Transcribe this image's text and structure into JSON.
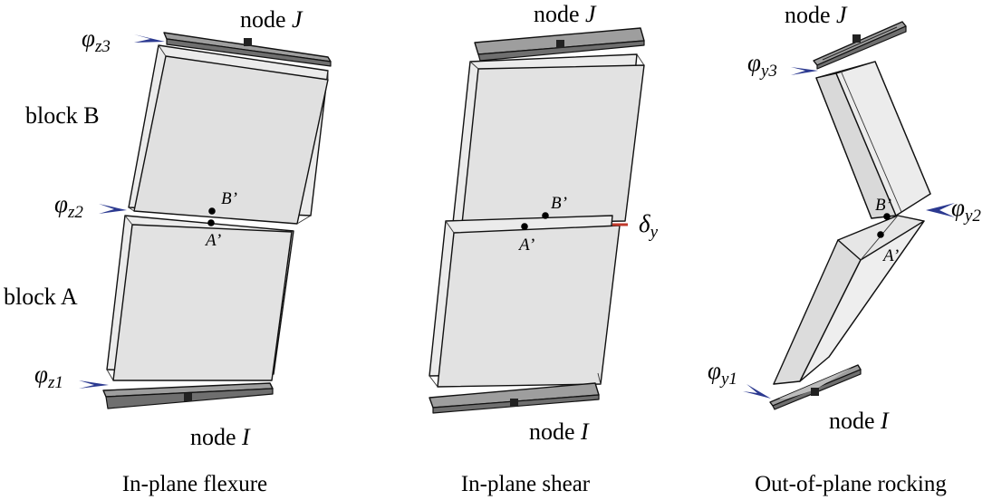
{
  "panels": [
    {
      "caption": "In-plane flexure",
      "node_top": "node ",
      "node_top_var": "J",
      "node_bottom": "node ",
      "node_bottom_var": "I",
      "block_upper": "block B",
      "block_lower": "block A",
      "point_upper": "B’",
      "point_lower": "A’",
      "rotations": [
        {
          "symbol": "φ",
          "sub": "z3"
        },
        {
          "symbol": "φ",
          "sub": "z2"
        },
        {
          "symbol": "φ",
          "sub": "z1"
        }
      ]
    },
    {
      "caption": "In-plane shear",
      "node_top": "node ",
      "node_top_var": "J",
      "node_bottom": "node ",
      "node_bottom_var": "I",
      "point_upper": "B’",
      "point_lower": "A’",
      "displacement": {
        "symbol": "δ",
        "sub": "y"
      }
    },
    {
      "caption": "Out-of-plane rocking",
      "node_top": "node ",
      "node_top_var": "J",
      "node_bottom": "node ",
      "node_bottom_var": "I",
      "point_upper": "B’",
      "point_lower": "A’",
      "rotations": [
        {
          "symbol": "φ",
          "sub": "y3"
        },
        {
          "symbol": "φ",
          "sub": "y2"
        },
        {
          "symbol": "φ",
          "sub": "y1"
        }
      ]
    }
  ],
  "colors": {
    "arrow": "#2b3990",
    "block_fill": "#e4e4e4",
    "plate_fill": "#9e9e9e",
    "shear_marker": "#c0392b"
  }
}
